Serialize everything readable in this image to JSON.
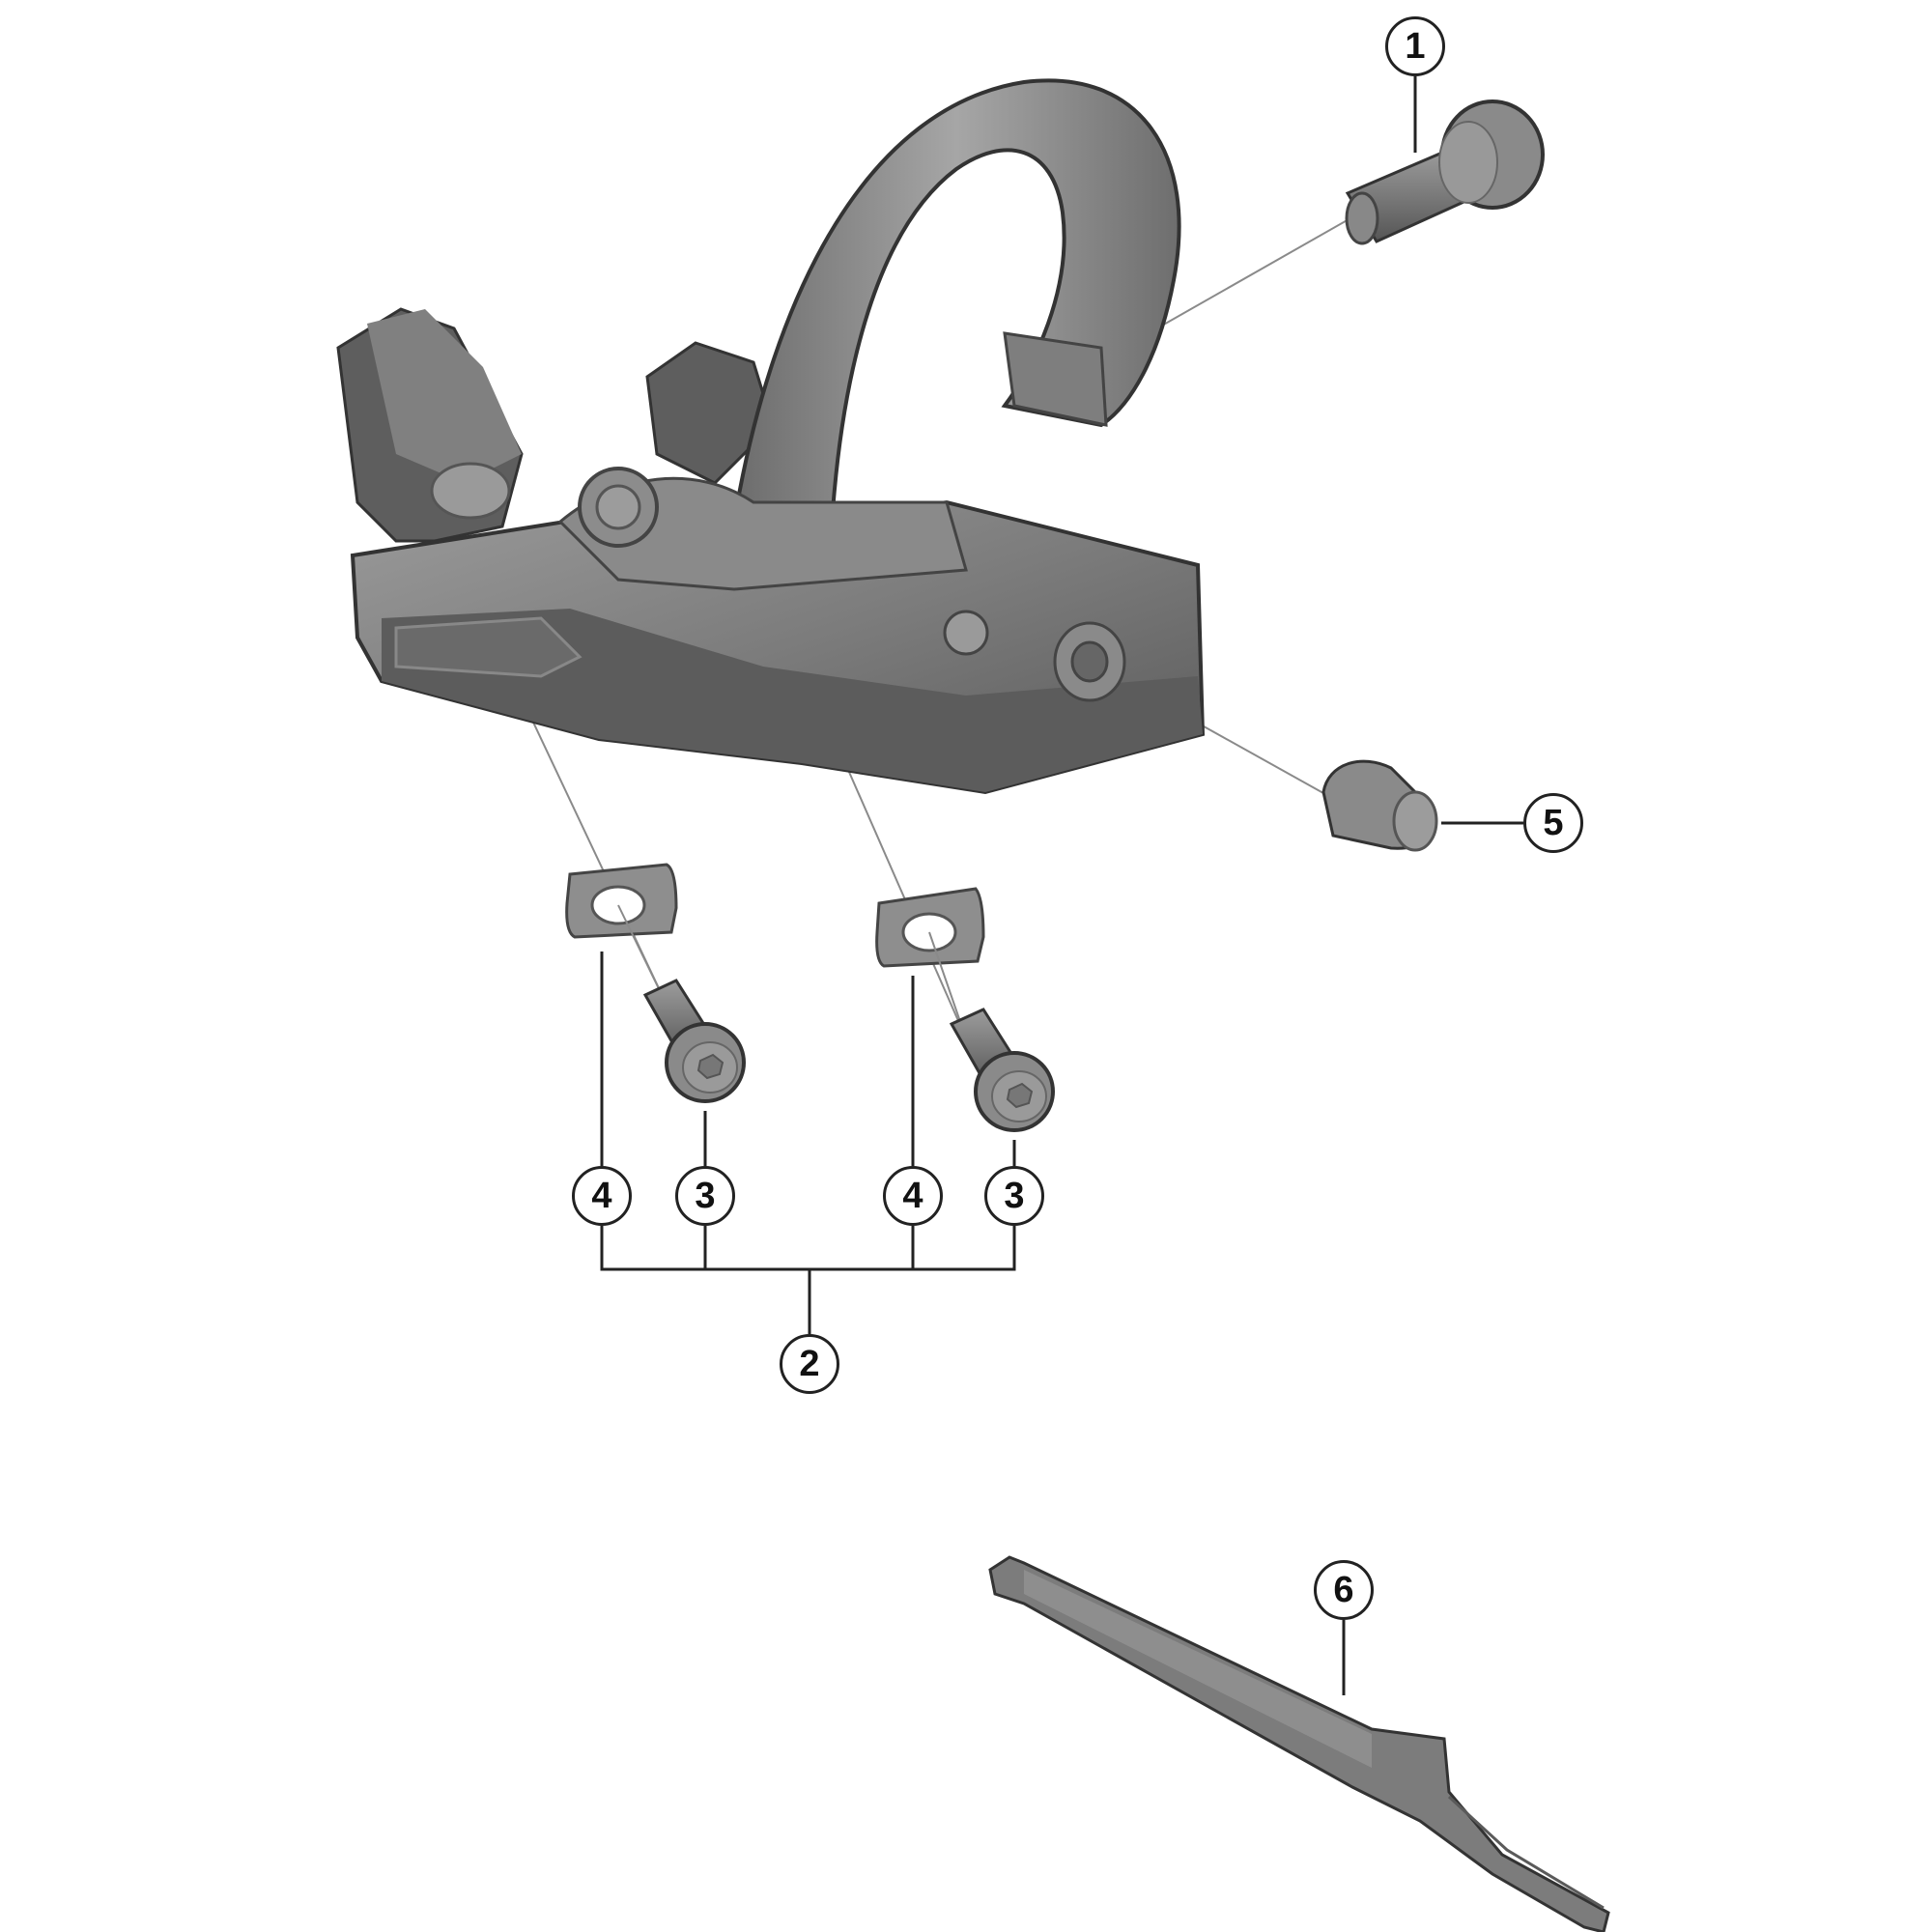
{
  "diagram": {
    "type": "exploded-parts-view",
    "subject": "handlebar-mounted shift/remote lever assembly",
    "colors": {
      "part_fill": "#7a7a7a",
      "part_dark": "#555555",
      "part_light": "#a8a8a8",
      "leader_line": "#222222",
      "guide_line": "#8a8a8a",
      "background": "#ffffff"
    }
  },
  "callouts": [
    {
      "id": "c1",
      "label": "1",
      "part": "clamp bolt"
    },
    {
      "id": "c2",
      "label": "2",
      "part": "fixing bolt and washer set"
    },
    {
      "id": "c3a",
      "label": "3",
      "part": "fixing bolt"
    },
    {
      "id": "c3b",
      "label": "3",
      "part": "fixing bolt"
    },
    {
      "id": "c4a",
      "label": "4",
      "part": "washer plate"
    },
    {
      "id": "c4b",
      "label": "4",
      "part": "washer plate"
    },
    {
      "id": "c5",
      "label": "5",
      "part": "cable end cap"
    },
    {
      "id": "c6",
      "label": "6",
      "part": "tool"
    }
  ]
}
